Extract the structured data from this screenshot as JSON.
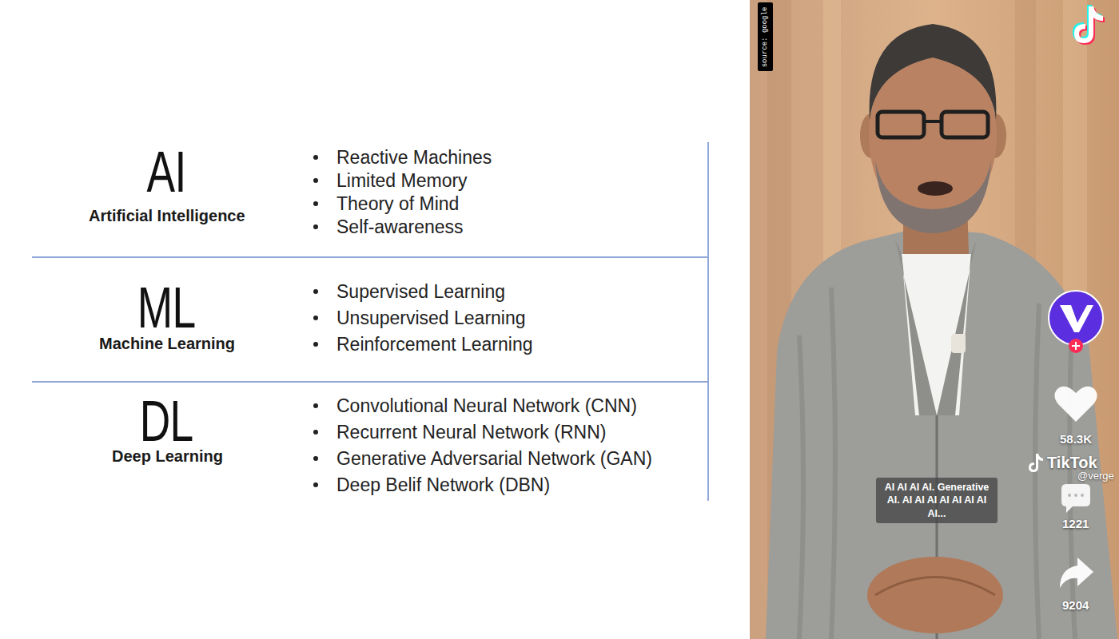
{
  "diagram": {
    "nodes": [
      {
        "text": [
          "source: google"
        ]
      },
      {
        "text": [
          "AI AI AI AI. Generative AI. AI AI AI AI AI AI AI AI..."
        ]
      }
    ],
    "labels": [
      "AI",
      "Artificial Intelligence",
      "Reactive Machines",
      "Limited Memory",
      "Theory of Mind",
      "Self-awareness",
      "ML",
      "Machine Learning",
      "Supervised Learning",
      "Unsupervised Learning",
      "Reinforcement Learning",
      "DL",
      "Deep Learning",
      "Convolutional Neural Network (CNN)",
      "Recurrent Neural Network (RNN)",
      "Generative Adversarial Network (GAN)",
      "Deep Belif Network (DBN)",
      "58.3K",
      "TikTok",
      "@verge",
      "1221",
      "9204"
    ]
  }
}
